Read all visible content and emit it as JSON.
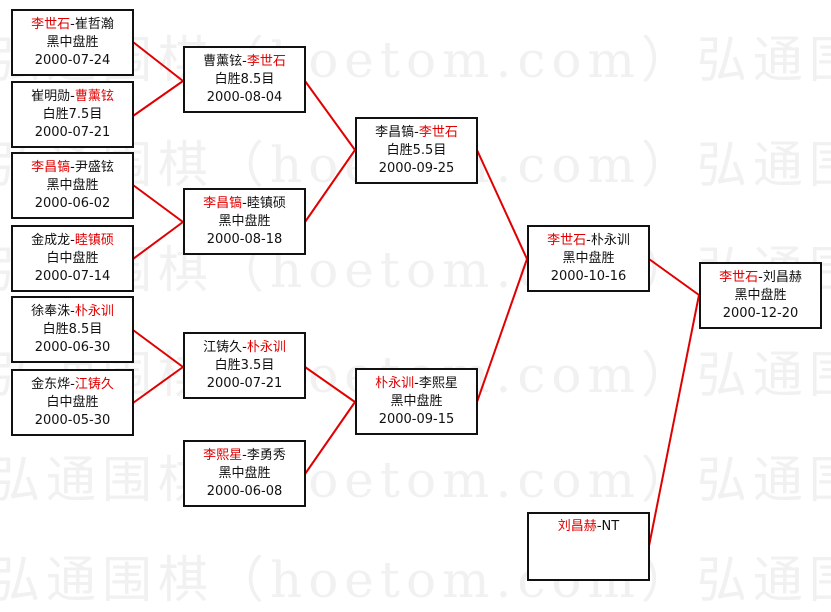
{
  "watermark": "弘通围棋（hoetom.com）弘通围棋",
  "colors": {
    "winner": "#e00000",
    "line": "#e00000",
    "text": "#111111"
  },
  "rounds": {
    "r1": [
      {
        "p1": "李世石",
        "p2": "崔哲瀚",
        "winner": 1,
        "result": "黑中盘胜",
        "date": "2000-07-24"
      },
      {
        "p1": "崔明勋",
        "p2": "曹薰铉",
        "winner": 2,
        "result": "白胜7.5目",
        "date": "2000-07-21"
      },
      {
        "p1": "李昌镐",
        "p2": "尹盛铉",
        "winner": 1,
        "result": "黑中盘胜",
        "date": "2000-06-02"
      },
      {
        "p1": "金成龙",
        "p2": "睦镇硕",
        "winner": 2,
        "result": "白中盘胜",
        "date": "2000-07-14"
      },
      {
        "p1": "徐奉洙",
        "p2": "朴永训",
        "winner": 2,
        "result": "白胜8.5目",
        "date": "2000-06-30"
      },
      {
        "p1": "金东烨",
        "p2": "江铸久",
        "winner": 2,
        "result": "白中盘胜",
        "date": "2000-05-30"
      }
    ],
    "r2": [
      {
        "p1": "曹薰铉",
        "p2": "李世石",
        "winner": 2,
        "result": "白胜8.5目",
        "date": "2000-08-04"
      },
      {
        "p1": "李昌镐",
        "p2": "睦镇硕",
        "winner": 1,
        "result": "黑中盘胜",
        "date": "2000-08-18"
      },
      {
        "p1": "江铸久",
        "p2": "朴永训",
        "winner": 2,
        "result": "白胜3.5目",
        "date": "2000-07-21"
      },
      {
        "p1": "李熙星",
        "p2": "李勇秀",
        "winner": 1,
        "result": "黑中盘胜",
        "date": "2000-06-08"
      }
    ],
    "r3": [
      {
        "p1": "李昌镐",
        "p2": "李世石",
        "winner": 2,
        "result": "白胜5.5目",
        "date": "2000-09-25"
      },
      {
        "p1": "朴永训",
        "p2": "李熙星",
        "winner": 1,
        "result": "黑中盘胜",
        "date": "2000-09-15"
      }
    ],
    "r4": [
      {
        "p1": "李世石",
        "p2": "朴永训",
        "winner": 1,
        "result": "黑中盘胜",
        "date": "2000-10-16"
      },
      {
        "p1": "刘昌赫",
        "p2": "NT",
        "winner": 1,
        "result": "",
        "date": ""
      }
    ],
    "final": [
      {
        "p1": "李世石",
        "p2": "刘昌赫",
        "winner": 1,
        "result": "黑中盘胜",
        "date": "2000-12-20"
      }
    ]
  }
}
